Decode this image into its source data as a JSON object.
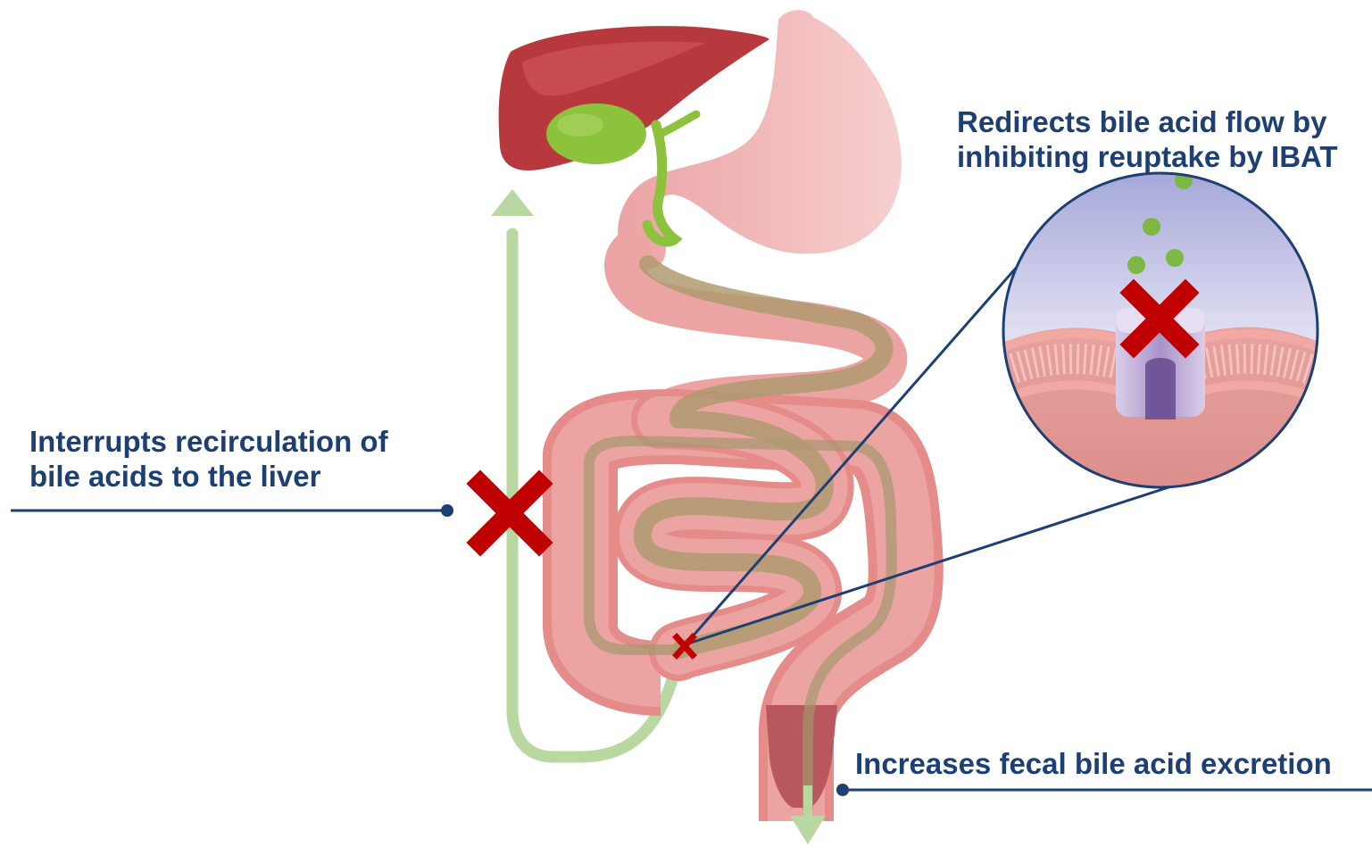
{
  "callouts": {
    "ibat": {
      "line1": "Redirects bile acid flow by",
      "line2": "inhibiting reuptake by IBAT"
    },
    "recirculation": {
      "line1": "Interrupts recirculation of",
      "line2": "bile acids to the liver"
    },
    "fecal": {
      "line1": "Increases fecal bile acid excretion"
    }
  },
  "colors": {
    "callout_text": "#1e3f74",
    "leader_line": "#1e3f74",
    "block_x": "#c00000",
    "bile_flow": "#b9d7a0",
    "liver": "#b8393d",
    "gallbladder": "#8dc23c",
    "gut": "#eba4a2",
    "gut_wall": "#e58b8a",
    "intestinal_lumen": "#b09a70"
  },
  "icons": [
    "liver",
    "gallbladder",
    "stomach",
    "small-intestine",
    "large-intestine",
    "rectum",
    "block-x-icon",
    "ibat-transporter-icon",
    "bile-acid-icon"
  ]
}
